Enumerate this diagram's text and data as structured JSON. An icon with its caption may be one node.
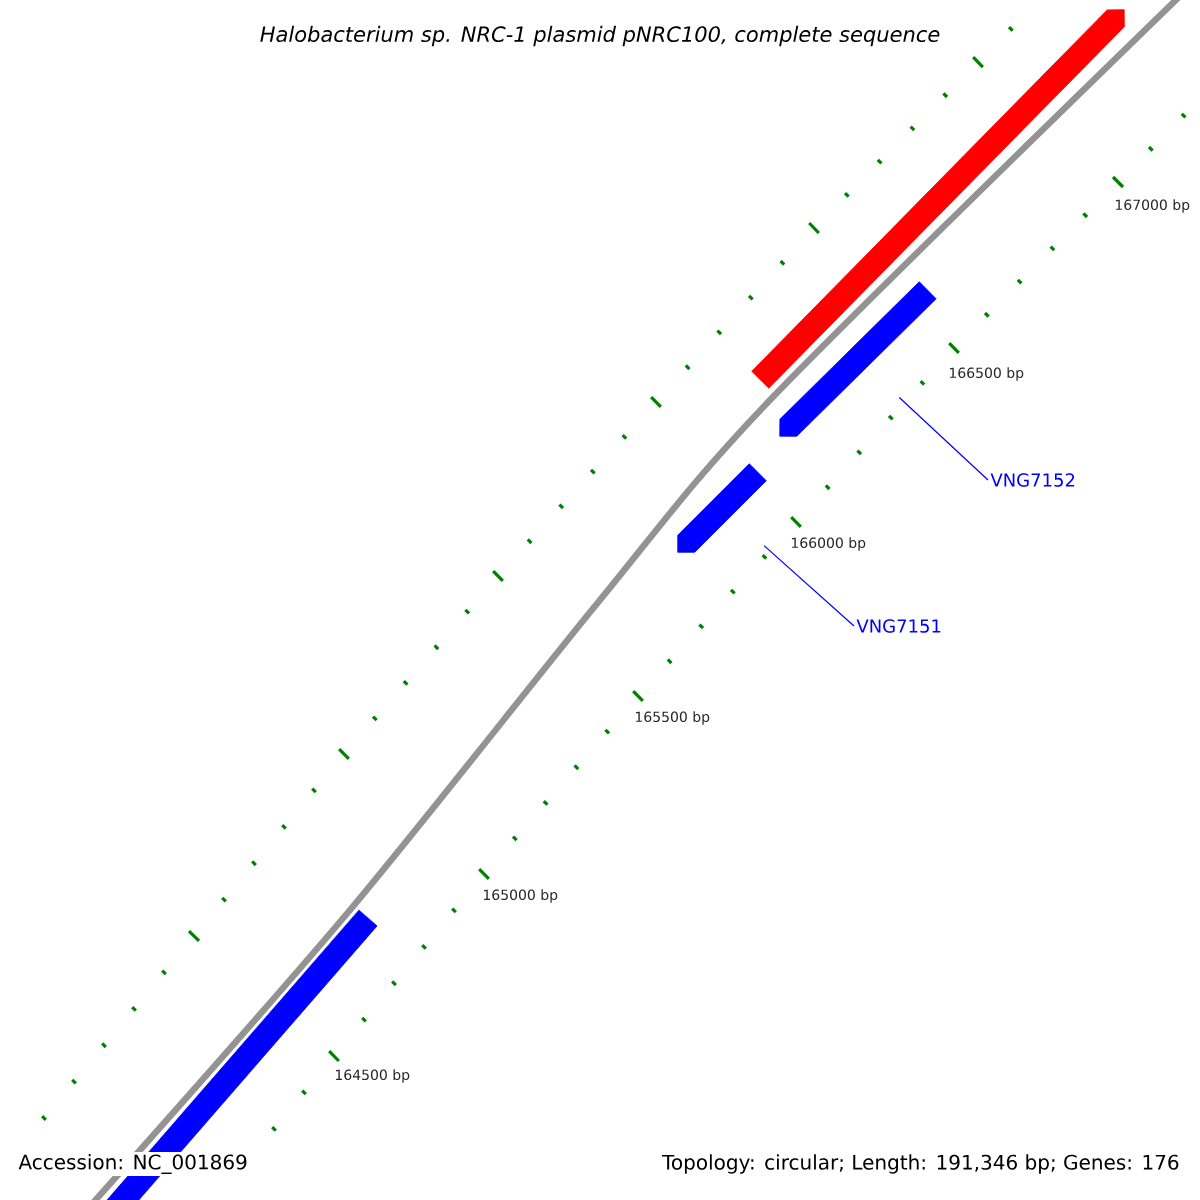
{
  "diagram": {
    "title": "Halobacterium sp. NRC-1 plasmid pNRC100, complete sequence",
    "nodes": [
      {
        "text": [
          "VNG7152"
        ]
      },
      {
        "text": [
          "VNG7151"
        ]
      },
      {
        "text": [],
        "shape": "bar"
      },
      {
        "text": [],
        "shape": "bar"
      },
      {
        "text": [],
        "shape": "bar"
      },
      {
        "text": [],
        "shape": "bar"
      }
    ],
    "edges": [
      {
        "from": 0,
        "to": 3,
        "arrow": "none"
      },
      {
        "from": 1,
        "to": 4,
        "arrow": "none"
      }
    ],
    "labels": [
      "167000 bp",
      "166500 bp",
      "166000 bp",
      "165500 bp",
      "165000 bp",
      "164500 bp",
      "Accession: NC_001869",
      "Topology: circular; Length: 191,346 bp; Genes: 176"
    ]
  }
}
